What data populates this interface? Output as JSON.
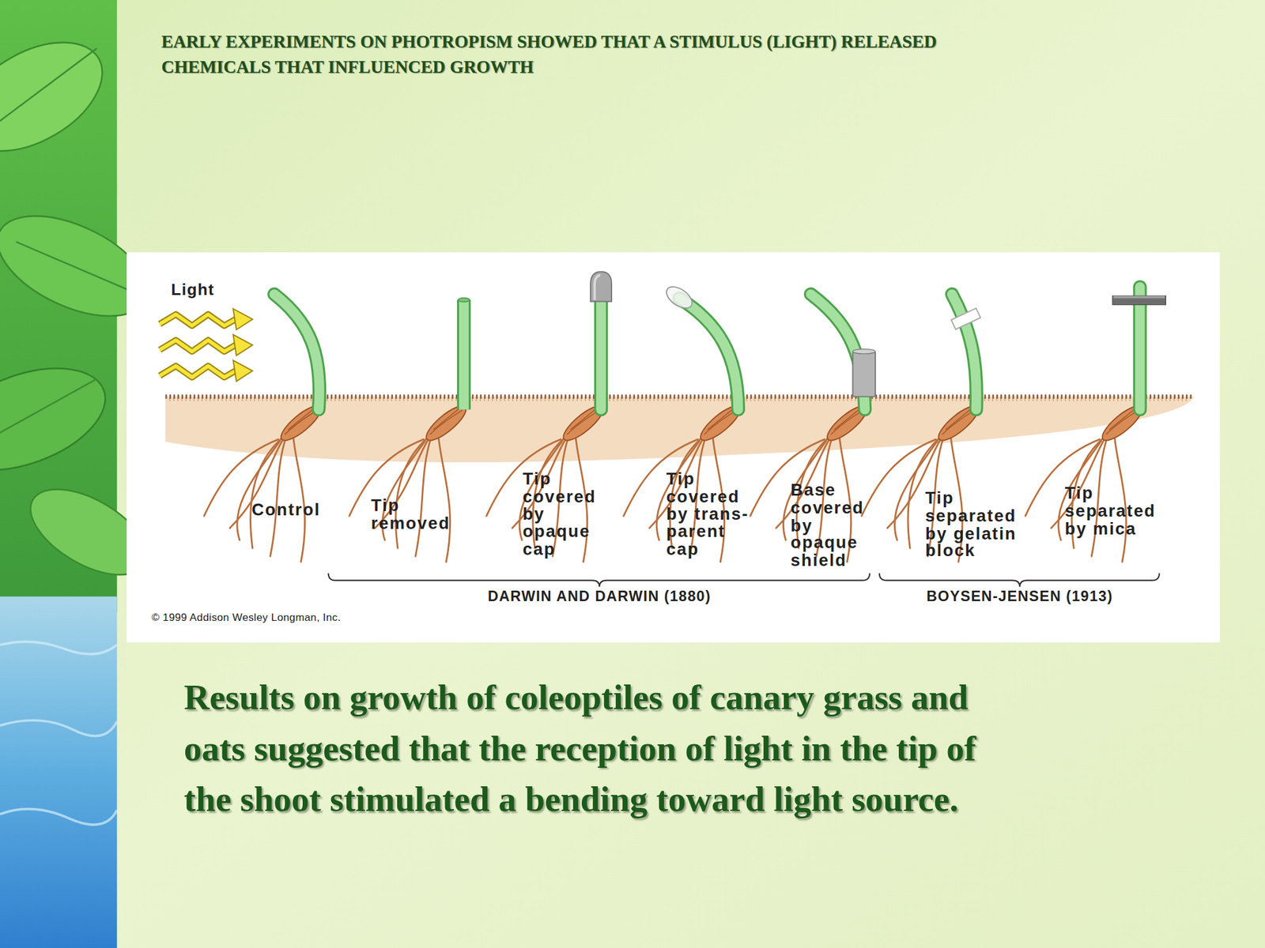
{
  "diagram": {
    "title": "EARLY EXPERIMENTS ON PHOTROPISM SHOWED THAT A STIMULUS (LIGHT) RELEASED CHEMICALS THAT INFLUENCED GROWTH",
    "caption": "Results on growth of coleoptiles of canary grass and oats suggested that the reception of light in the tip of the shoot stimulated a bending toward light source.",
    "labels": [
      "Light",
      "Control",
      "Tip removed",
      "Tip covered by opaque cap",
      "Tip covered by trans- parent cap",
      "Base covered by opaque shield",
      "Tip separated by gelatin block",
      "Tip separated by mica",
      "DARWIN AND DARWIN (1880)",
      "BOYSEN-JENSEN (1913)",
      "© 1999 Addison Wesley Longman, Inc."
    ]
  }
}
